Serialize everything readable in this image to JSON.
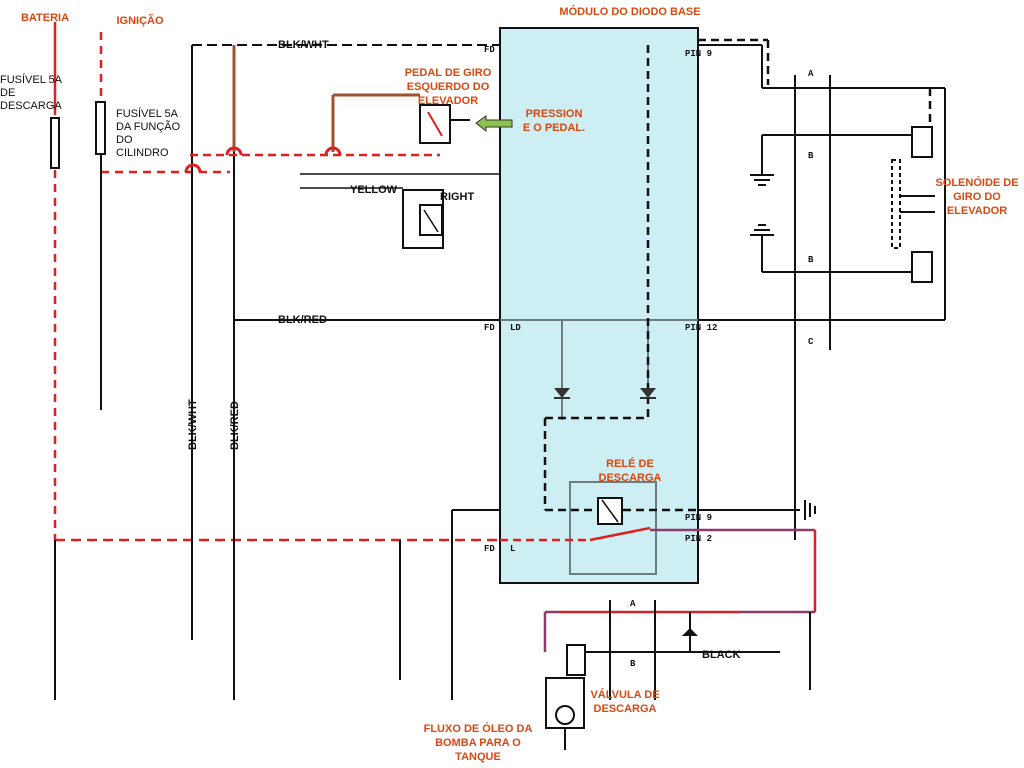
{
  "labels": {
    "bateria": "BATERIA",
    "ignicao": "IGNIÇÃO",
    "modulo": "MÓDULO DO DIODO BASE",
    "fusivel_descarga": "FUSÍVEL 5A\nDE DESCARGA",
    "fusivel_funcao": "FUSÍVEL 5A\nDA FUNÇÃO\nDO\nCILINDRO",
    "pedal": "PEDAL DE GIRO\nESQUERDO DO\nELEVADOR",
    "pression": "PRESSION\nE O PEDAL.",
    "solenoide": "SOLENÓIDE DE\nGIRO DO\nELEVADOR",
    "rele": "RELÉ DE\nDESCARGA",
    "valvula": "VÁLVULA DE\nDESCARGA",
    "fluxo": "FLUXO DE ÓLEO DA\nBOMBA PARA O\nTANQUE"
  },
  "wire_tags": {
    "blk_wht_top": "BLK/WHT",
    "blk_red": "BLK/RED",
    "black": "BLACK",
    "blk_wht_vert": "BLK/WHT",
    "blk_red_vert": "BLK/RED",
    "right": "RIGHT",
    "yellow": "YELLOW"
  },
  "pins": {
    "fd_top": "FD",
    "fd_mid": "FD",
    "fd_bot": "FD",
    "pin9": "PIN 9",
    "pin12": "PIN 12",
    "pin9b": "PIN 9",
    "pin2": "PIN 2",
    "ld": "LD",
    "l": "L",
    "a1": "A",
    "b1": "B",
    "b2": "B",
    "c1": "C",
    "a2": "A",
    "b3": "B"
  },
  "colors": {
    "red": "#e02020",
    "brown": "#a0522d",
    "module": "#cdeef2",
    "purple": "#8e3a6b",
    "green": "#8bc34a"
  }
}
